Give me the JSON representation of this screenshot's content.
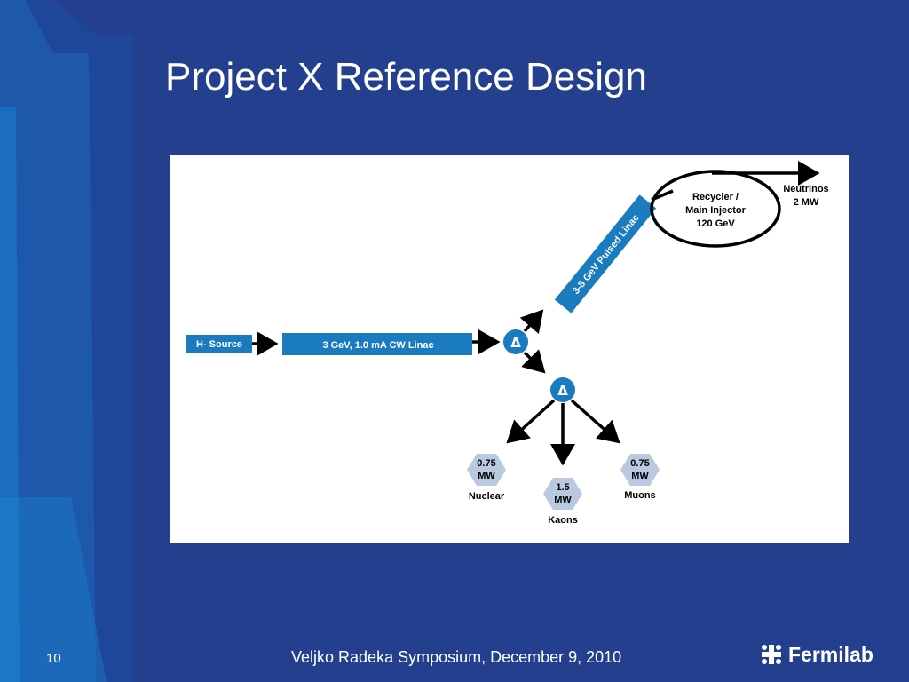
{
  "slide": {
    "title": "Project X Reference Design",
    "footer": "Veljko Radeka Symposium, December 9,  2010",
    "page_number": "10",
    "logo_text": "Fermilab"
  },
  "colors": {
    "background": "#233f8e",
    "box_fill": "#1a7bbf",
    "hex_fill": "#b8c9e0",
    "arrow": "#000000"
  },
  "diagram": {
    "source_label": "H- Source",
    "cw_linac_label": "3 GeV, 1.0 mA CW Linac",
    "split1_symbol": "Δ",
    "split2_symbol": "Δ",
    "pulsed_linac_label": "3-8 GeV Pulsed Linac",
    "ring_lines": [
      "Recycler /",
      "Main Injector",
      "120 GeV"
    ],
    "neutrinos_lines": [
      "Neutrinos",
      "2 MW"
    ],
    "nuclear": {
      "power_lines": [
        "0.75",
        "MW"
      ],
      "label": "Nuclear"
    },
    "kaons": {
      "power_lines": [
        "1.5",
        "MW"
      ],
      "label": "Kaons"
    },
    "muons": {
      "power_lines": [
        "0.75",
        "MW"
      ],
      "label": "Muons"
    }
  }
}
